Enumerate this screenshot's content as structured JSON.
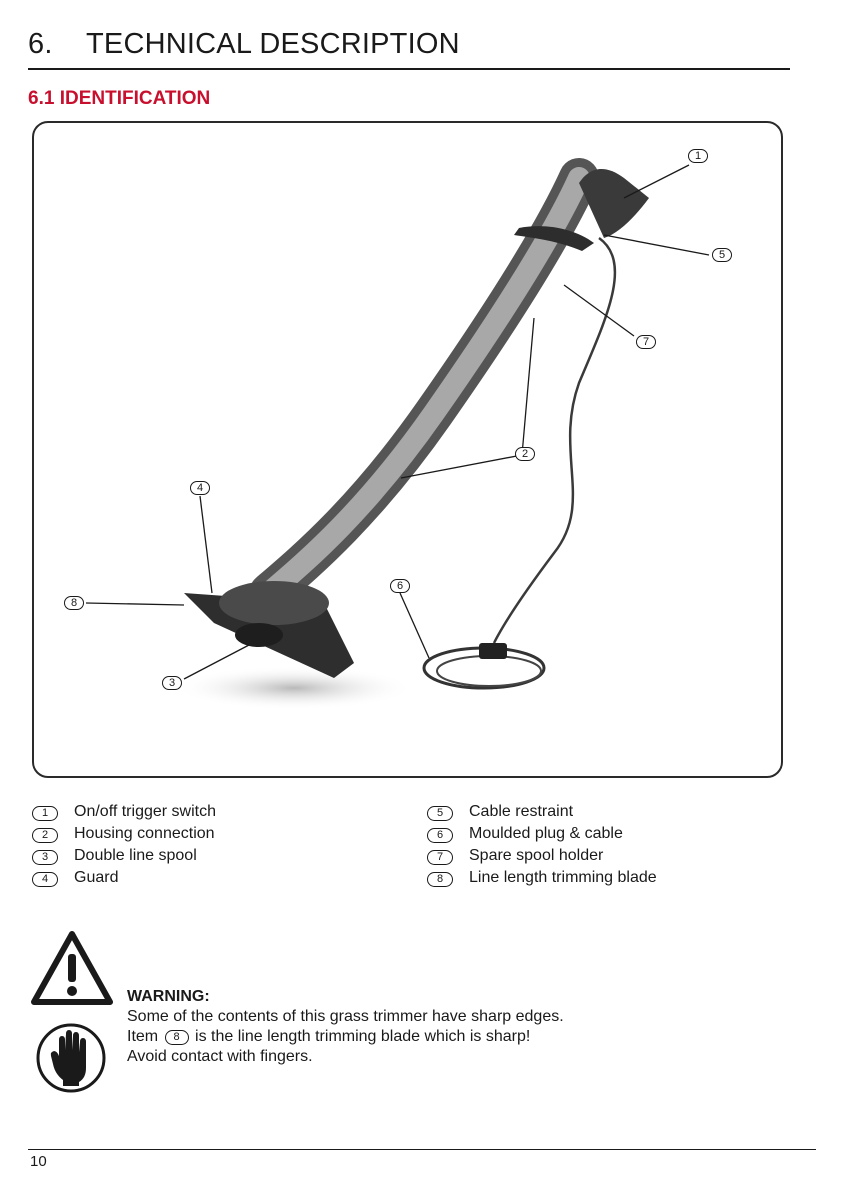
{
  "header": {
    "number": "6.",
    "title": "TECHNICAL DESCRIPTION"
  },
  "subheader": {
    "title": "6.1 IDENTIFICATION"
  },
  "figure": {
    "callouts": [
      "1",
      "2",
      "3",
      "4",
      "5",
      "6",
      "7",
      "8"
    ]
  },
  "legend": {
    "left": [
      {
        "num": "1",
        "label": "On/off trigger switch"
      },
      {
        "num": "2",
        "label": "Housing connection"
      },
      {
        "num": "3",
        "label": "Double line spool"
      },
      {
        "num": "4",
        "label": "Guard"
      }
    ],
    "right": [
      {
        "num": "5",
        "label": "Cable restraint"
      },
      {
        "num": "6",
        "label": "Moulded plug & cable"
      },
      {
        "num": "7",
        "label": "Spare spool holder"
      },
      {
        "num": "8",
        "label": "Line length trimming blade"
      }
    ]
  },
  "warning": {
    "title": "WARNING:",
    "line1": "Some of the contents of this grass trimmer have sharp edges.",
    "line2_prefix": "Item",
    "line2_item": "8",
    "line2_suffix": "is the line length trimming blade which is sharp!",
    "line3": "Avoid contact with fingers."
  },
  "footer": {
    "page_number": "10"
  },
  "colors": {
    "subheading": "#c8102e",
    "text": "#1a1a1a"
  }
}
